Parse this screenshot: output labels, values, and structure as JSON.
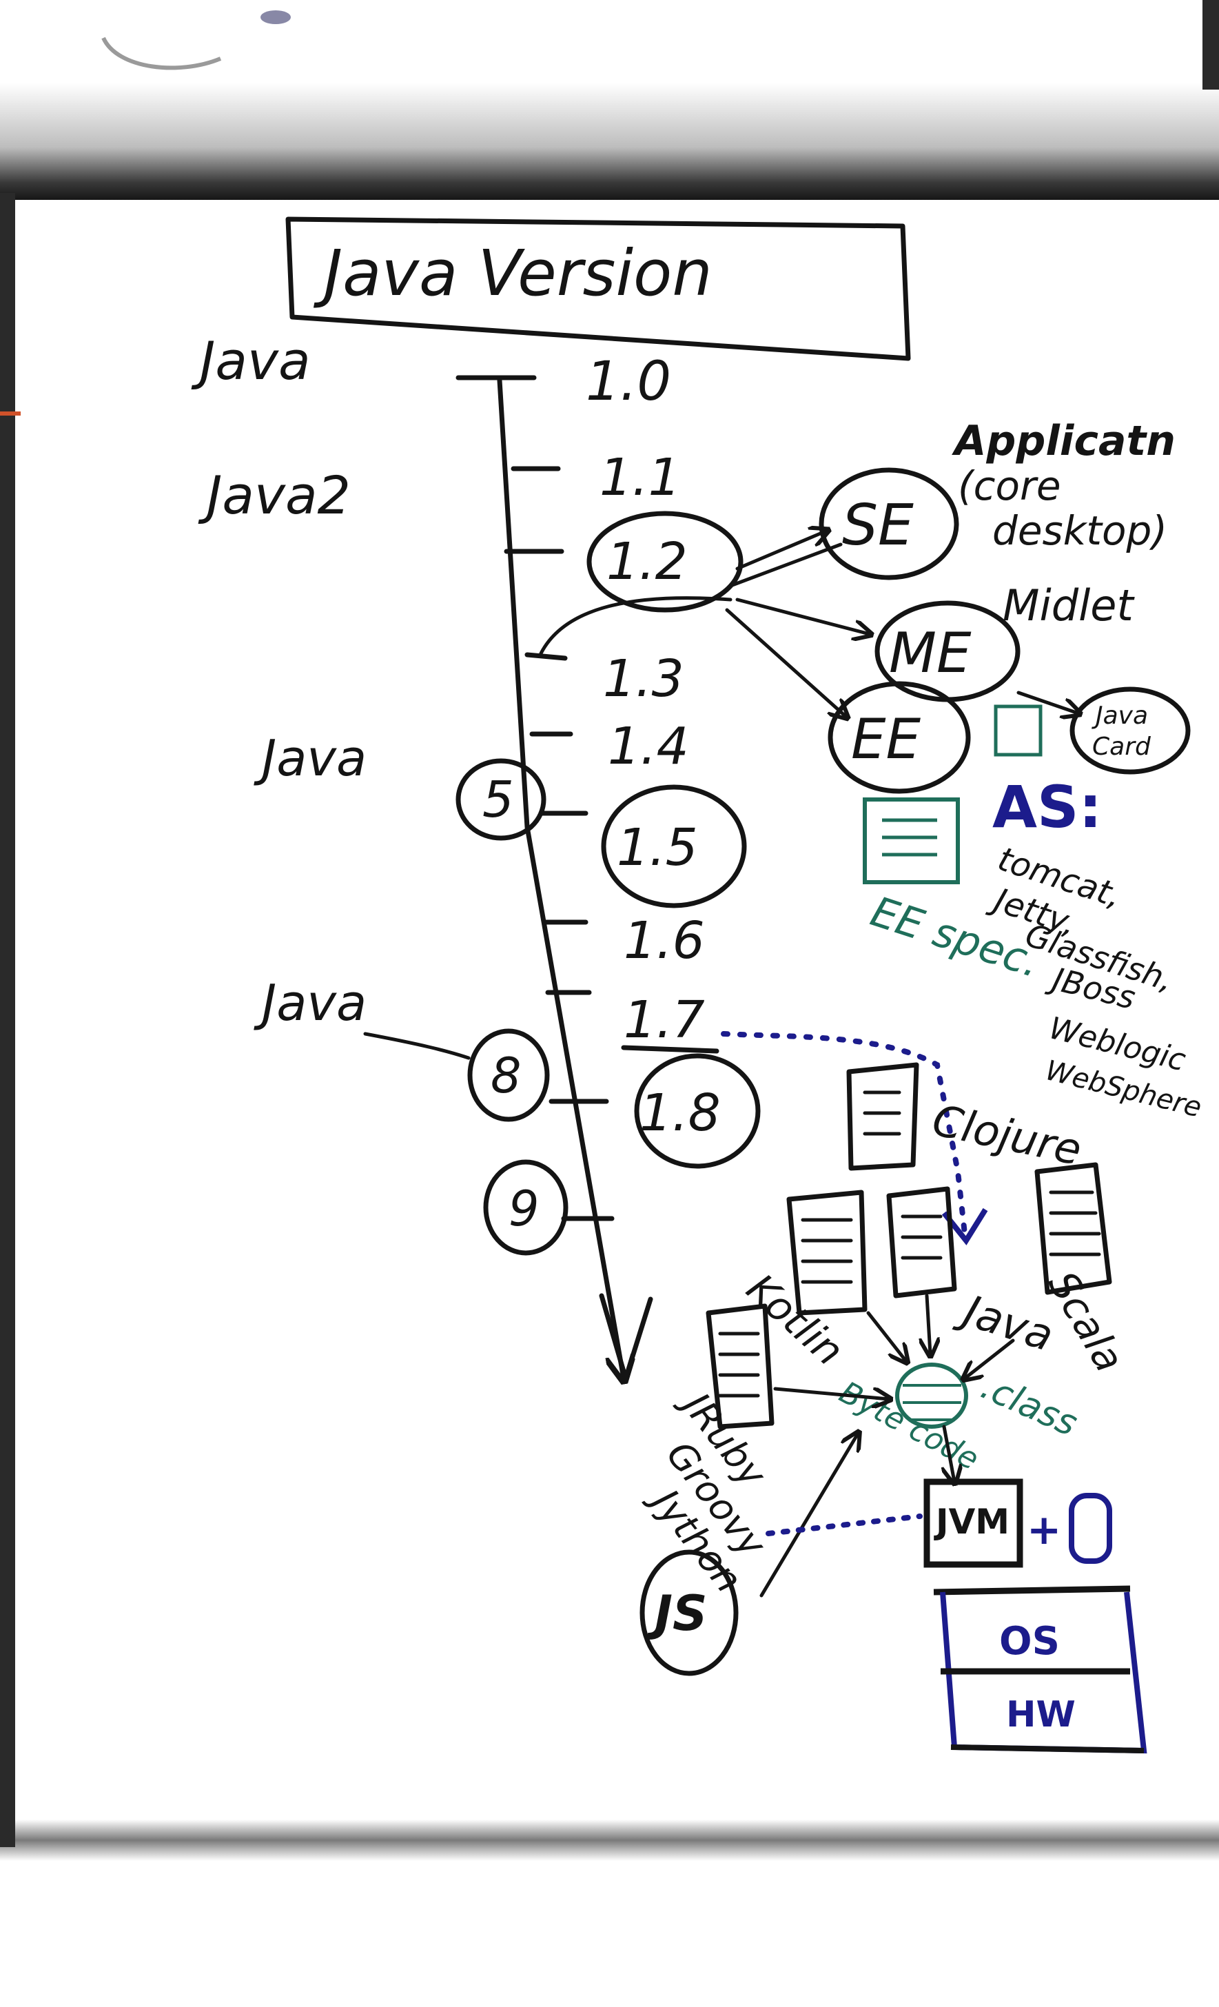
{
  "title": "Java Version",
  "colors": {
    "black_ink": "#141414",
    "blue_ink": "#1c1c8c",
    "green_ink": "#1f6e5a"
  },
  "eras": {
    "java": "Java",
    "java2": "Java2",
    "java5": "Java",
    "java8": "Java"
  },
  "versions": [
    "1.0",
    "1.1",
    "1.2",
    "1.3",
    "1.4",
    "1.5",
    "1.6",
    "1.7",
    "1.8"
  ],
  "circled_numbers": {
    "five": "5",
    "eight": "8",
    "nine": "9"
  },
  "editions": {
    "se": "SE",
    "me": "ME",
    "ee": "EE"
  },
  "notes": {
    "applications": "Applicatn",
    "core_desktop_1": "(core",
    "core_desktop_2": "desktop)",
    "midlet": "Midlet",
    "java_card_1": "Java",
    "java_card_2": "Card",
    "as": "AS:",
    "tomcat": "tomcat,",
    "jetty": "Jetty,",
    "glassfish": "Glassfish,",
    "jboss": "JBoss",
    "weblogic": "Weblogic",
    "websphere": "WebSphere",
    "ee_spec": "EE spec."
  },
  "languages": {
    "clojure": "Clojure",
    "kotlin": "Kotlin",
    "java": "Java",
    "scala": "Scala",
    "jruby": "JRuby",
    "groovy": "Groovy",
    "jython": "Jython",
    "js": "JS",
    "bytecode": "Byte code",
    "class": ".class"
  },
  "stack": {
    "jvm": "JVM",
    "os": "OS",
    "hw": "HW"
  }
}
